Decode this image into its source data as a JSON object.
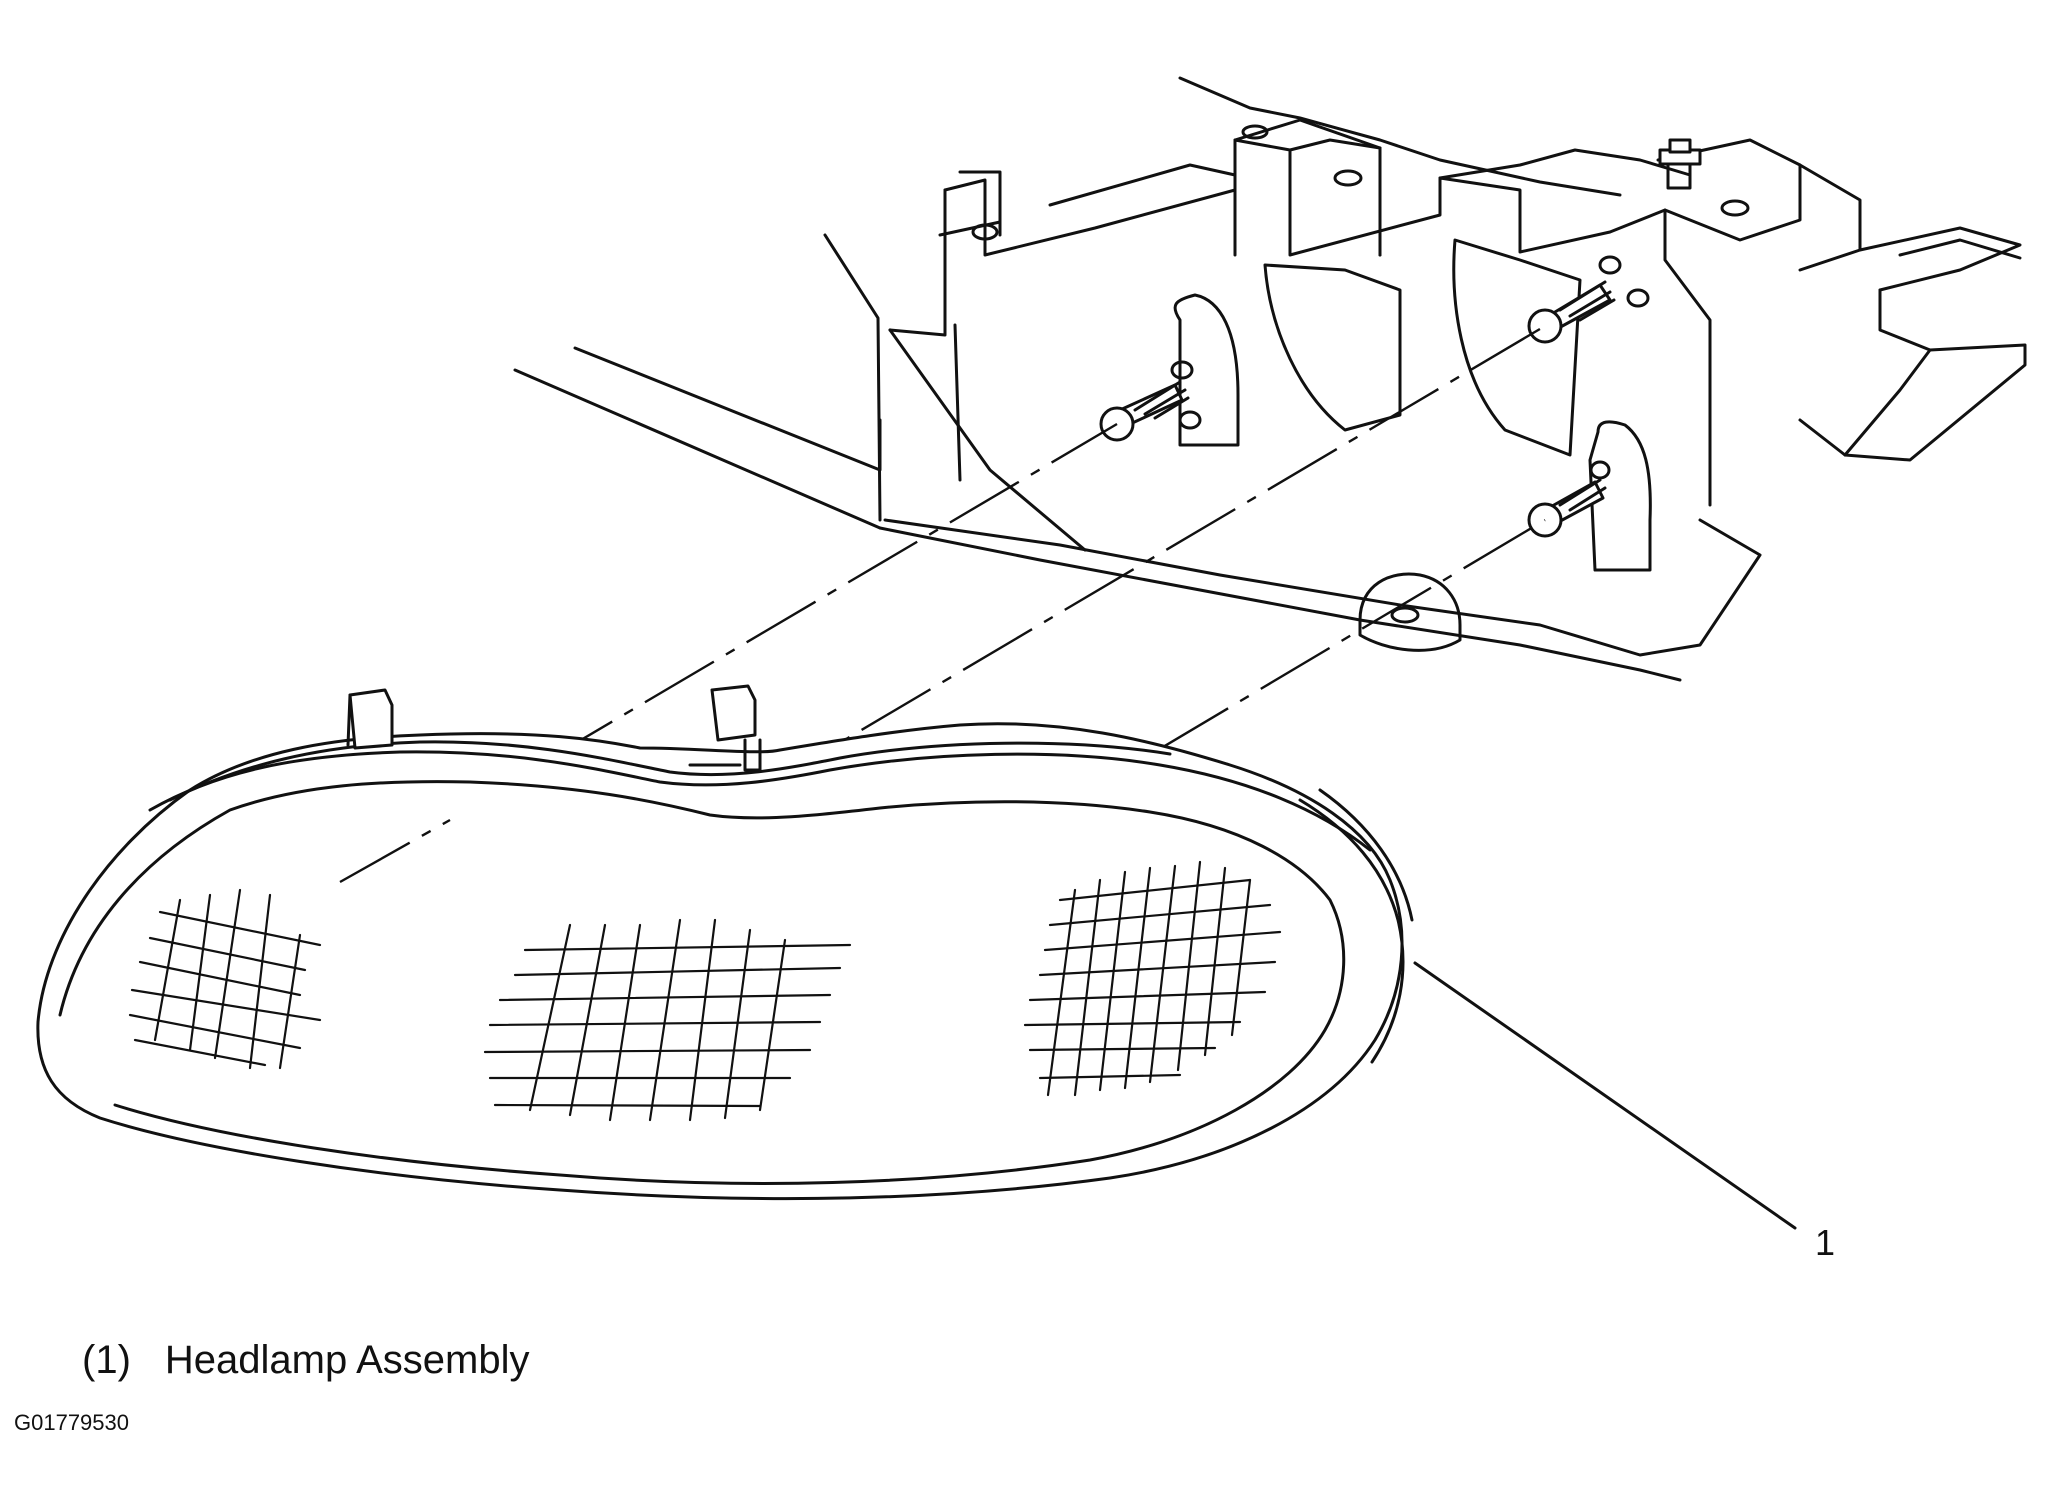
{
  "diagram": {
    "callout": "1",
    "legend": [
      {
        "number": "(1)",
        "label": "Headlamp Assembly"
      }
    ],
    "figure_id": "G01779530"
  }
}
